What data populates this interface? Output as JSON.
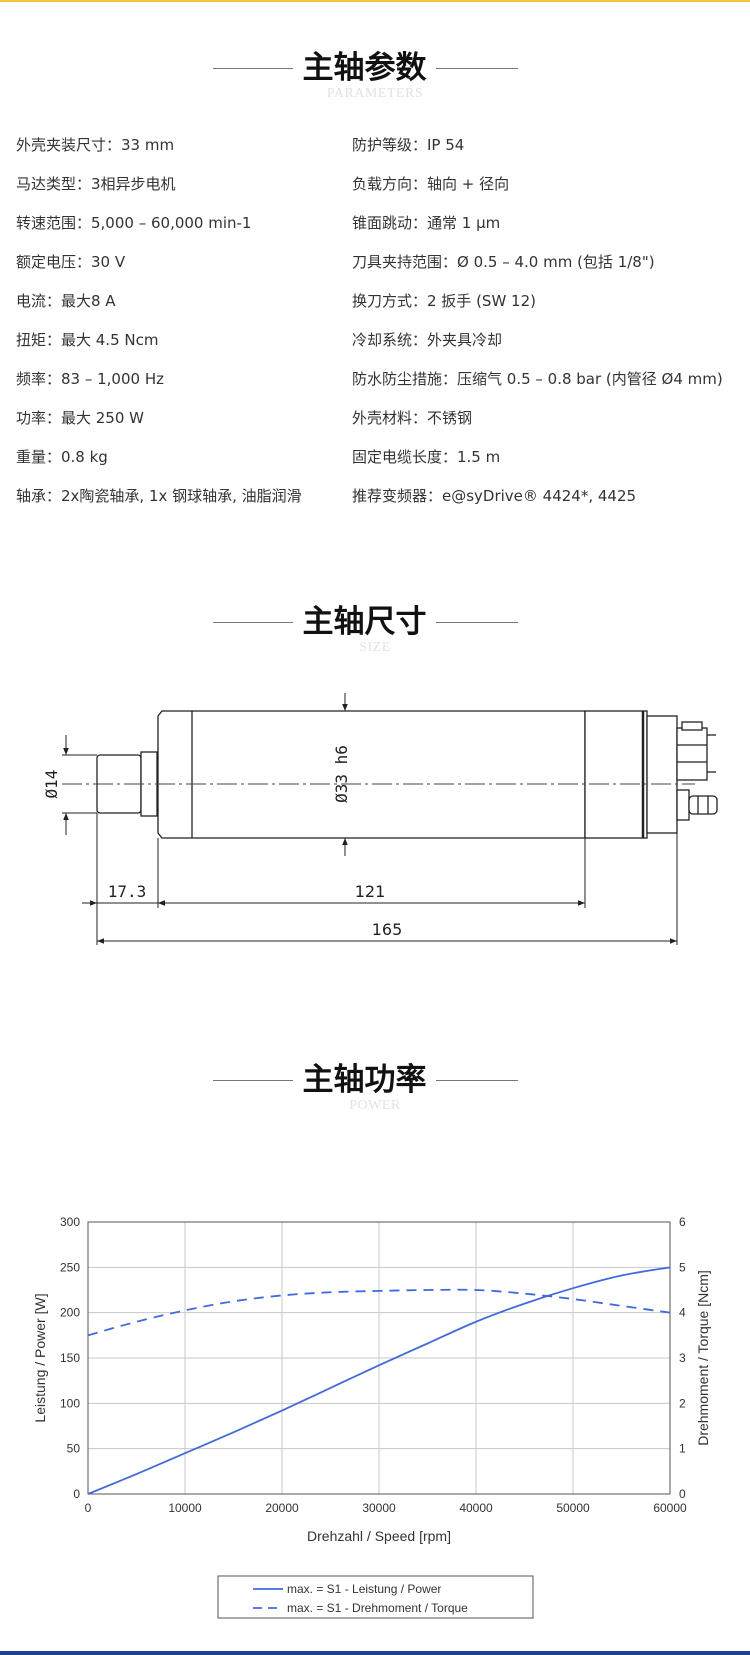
{
  "sections": {
    "params": {
      "title": "主轴参数",
      "subtitle": "PARAMETERS"
    },
    "size": {
      "title": "主轴尺寸",
      "subtitle": "SIZE"
    },
    "power": {
      "title": "主轴功率",
      "subtitle": "POWER"
    }
  },
  "params": {
    "rows": [
      {
        "left": "外壳夹装尺寸：33 mm",
        "right": "防护等级：IP 54"
      },
      {
        "left": "马达类型：3相异步电机",
        "right": "负载方向：轴向 + 径向"
      },
      {
        "left": "转速范围：5,000 – 60,000 min-1",
        "right": "锥面跳动：通常 1 µm"
      },
      {
        "left": "额定电压：30 V",
        "right": "刀具夹持范围：Ø 0.5 – 4.0 mm (包括 1/8\")"
      },
      {
        "left": "电流：最大8 A",
        "right": "换刀方式：2 扳手 (SW 12)"
      },
      {
        "left": "扭矩：最大 4.5 Ncm",
        "right": "冷却系统：外夹具冷却"
      },
      {
        "left": "频率：83 – 1,000 Hz",
        "right": "防水防尘措施：压缩气 0.5 – 0.8 bar (内管径 Ø4 mm)"
      },
      {
        "left": "功率：最大 250 W",
        "right": "外壳材料：不锈钢"
      },
      {
        "left": "重量：0.8 kg",
        "right": "固定电缆长度：1.5 m"
      },
      {
        "left": "轴承：2x陶瓷轴承, 1x 钢球轴承, 油脂润滑",
        "right": "推荐变频器：e@syDrive® 4424*, 4425"
      }
    ]
  },
  "dimensions": {
    "dia_collet": "Ø14",
    "dia_body": "Ø33 h6",
    "len_nose": "17.3",
    "len_body": "121",
    "len_total": "165"
  },
  "chart_data": {
    "type": "line",
    "title": "",
    "xlabel": "Drehzahl / Speed [rpm]",
    "ylabel": "Leistung / Power [W]",
    "y2label": "Drehmoment / Torque [Ncm]",
    "xlim": [
      0,
      60000
    ],
    "ylim": [
      0,
      300
    ],
    "y2lim": [
      0,
      6
    ],
    "x_ticks": [
      0,
      10000,
      20000,
      30000,
      40000,
      50000,
      60000
    ],
    "y_ticks": [
      0,
      50,
      100,
      150,
      200,
      250,
      300
    ],
    "y2_ticks": [
      0,
      1,
      2,
      3,
      4,
      5,
      6
    ],
    "grid": true,
    "legend_position": "bottom",
    "series": [
      {
        "name": "max. = S1 - Leistung / Power",
        "axis": "left",
        "style": "solid",
        "color": "#4169e1",
        "x": [
          0,
          5000,
          10000,
          15000,
          20000,
          25000,
          30000,
          35000,
          40000,
          45000,
          50000,
          55000,
          60000
        ],
        "y": [
          0,
          22,
          45,
          68,
          92,
          117,
          142,
          166,
          190,
          210,
          227,
          241,
          250
        ]
      },
      {
        "name": "max. = S1 - Drehmoment / Torque",
        "axis": "right",
        "style": "dashed",
        "color": "#4169e1",
        "x": [
          0,
          5000,
          10000,
          15000,
          20000,
          25000,
          30000,
          35000,
          40000,
          45000,
          50000,
          55000,
          60000
        ],
        "y": [
          3.5,
          3.8,
          4.05,
          4.25,
          4.38,
          4.45,
          4.48,
          4.5,
          4.5,
          4.42,
          4.3,
          4.15,
          4.0
        ]
      }
    ]
  }
}
